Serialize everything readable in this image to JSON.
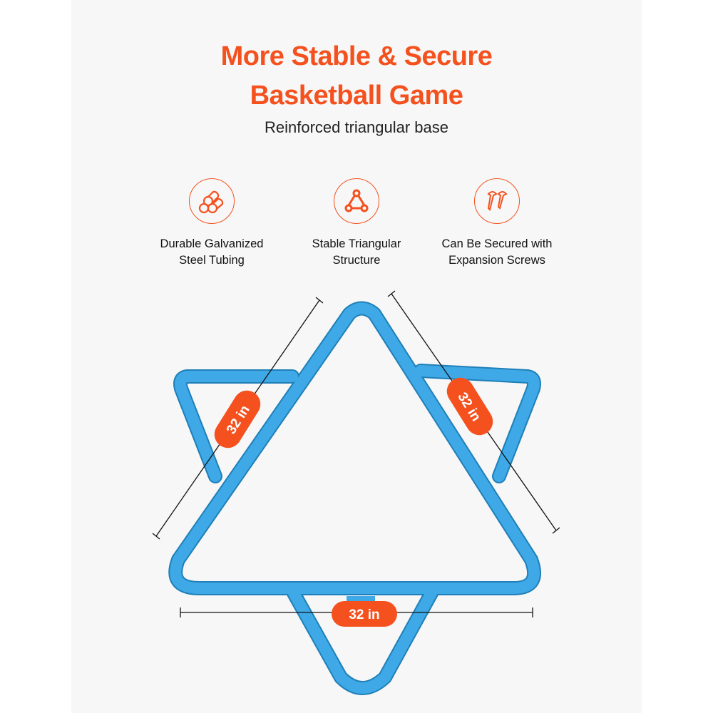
{
  "header": {
    "title_line1": "More Stable & Secure",
    "title_line2": "Basketball Game",
    "subtitle": "Reinforced triangular base"
  },
  "features": [
    {
      "icon": "steel-tubes-icon",
      "line1": "Durable Galvanized",
      "line2": "Steel Tubing"
    },
    {
      "icon": "triangle-structure-icon",
      "line1": "Stable Triangular",
      "line2": "Structure"
    },
    {
      "icon": "screws-icon",
      "line1": "Can Be Secured with",
      "line2": "Expansion Screws"
    }
  ],
  "dimensions": {
    "left": "32 in",
    "right": "32 in",
    "bottom": "32 in"
  },
  "colors": {
    "accent": "#f4511e",
    "frame": "#3aa7e4",
    "background": "#f7f7f7"
  }
}
